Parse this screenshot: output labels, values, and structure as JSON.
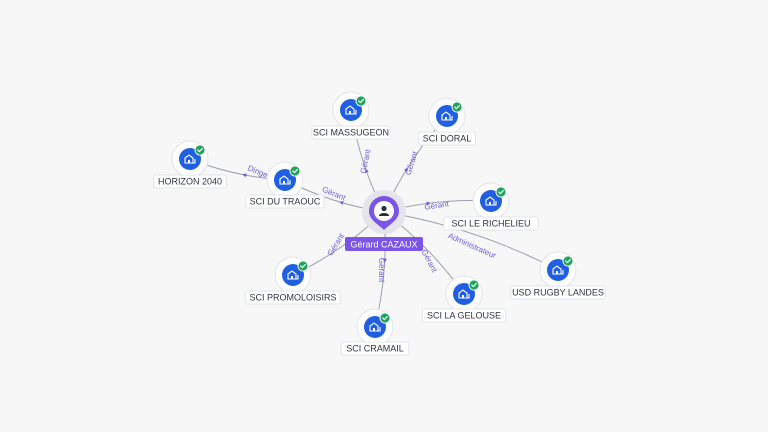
{
  "colors": {
    "background": "#f7f7f8",
    "accent_purple": "#7a55e6",
    "company_icon_blue": "#1f5fe0",
    "verified_green": "#22a45d",
    "edge": "#9aa0ac",
    "edge_label": "#6b5fd6"
  },
  "center": {
    "name": "Gérard CAZAUX",
    "icon": "person-icon"
  },
  "nodes": [
    {
      "id": "sci-massugeon",
      "label": "SCI MASSUGEON",
      "relation": "Gérant",
      "icon": "building-icon",
      "badge": "check-icon"
    },
    {
      "id": "sci-doral",
      "label": "SCI DORAL",
      "relation": "Gérant",
      "icon": "building-icon",
      "badge": "check-icon"
    },
    {
      "id": "sci-le-richelieu",
      "label": "SCI LE RICHELIEU",
      "relation": "Gérant",
      "icon": "building-icon",
      "badge": "check-icon"
    },
    {
      "id": "usd-rugby-landes",
      "label": "USD RUGBY LANDES",
      "relation": "Administrateur",
      "icon": "building-icon",
      "badge": "check-icon"
    },
    {
      "id": "sci-la-gelouse",
      "label": "SCI LA GELOUSE",
      "relation": "Gérant",
      "icon": "building-icon",
      "badge": "check-icon"
    },
    {
      "id": "sci-cramail",
      "label": "SCI CRAMAIL",
      "relation": "Gérant",
      "icon": "building-icon",
      "badge": "check-icon"
    },
    {
      "id": "sci-promoloisirs",
      "label": "SCI PROMOLOISIRS",
      "relation": "Gérant",
      "icon": "building-icon",
      "badge": "check-icon"
    },
    {
      "id": "sci-du-traouc",
      "label": "SCI DU TRAOUC",
      "relation": "Gérant",
      "icon": "building-icon",
      "badge": "check-icon"
    },
    {
      "id": "horizon-2040",
      "label": "HORIZON 2040",
      "relation": "Dirigeant",
      "icon": "building-icon",
      "badge": "check-icon"
    }
  ]
}
